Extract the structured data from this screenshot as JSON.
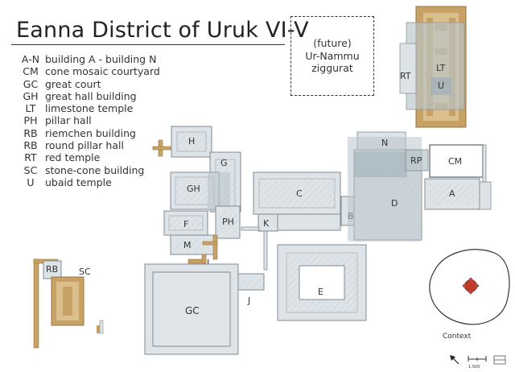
{
  "title": "Eanna District of Uruk VI-V",
  "legend": [
    {
      "abbr": "A-N",
      "desc": "building A - building N"
    },
    {
      "abbr": "CM",
      "desc": "cone mosaic courtyard"
    },
    {
      "abbr": "GC",
      "desc": "great court"
    },
    {
      "abbr": "GH",
      "desc": "great hall building"
    },
    {
      "abbr": "LT",
      "desc": "limestone temple"
    },
    {
      "abbr": "PH",
      "desc": "pillar hall"
    },
    {
      "abbr": "RB",
      "desc": "riemchen building"
    },
    {
      "abbr": "RB",
      "desc": "round pillar hall"
    },
    {
      "abbr": "RT",
      "desc": "red temple"
    },
    {
      "abbr": "SC",
      "desc": "stone-cone building"
    },
    {
      "abbr": "U",
      "desc": "ubaid temple"
    }
  ],
  "future": {
    "line1": "(future)",
    "line2": "Ur-Nammu",
    "line3": "ziggurat"
  },
  "labels": {
    "H": "H",
    "G": "G",
    "GH": "GH",
    "F": "F",
    "PH": "PH",
    "M": "M",
    "L": "L",
    "K": "K",
    "C": "C",
    "J": "J",
    "B": "B",
    "D": "D",
    "N": "N",
    "RP": "RP",
    "CM": "CM",
    "A": "A",
    "E": "E",
    "GC": "GC",
    "RB": "RB",
    "SC": "SC",
    "RT": "RT",
    "LT": "LT",
    "U": "U"
  },
  "inset": {
    "label": "Context"
  },
  "scale": {
    "label": "1:500"
  },
  "colors": {
    "building_fill": "#dde3e7",
    "building_stroke": "#7f8b94",
    "overlay_fill": "#b9c4cb",
    "ocher": "#c8a264",
    "ocher_dark": "#9a7440",
    "inset_red": "#c0392b"
  },
  "icons": {
    "north_arrow": "north-arrow-icon",
    "scale_bar": "scale-bar-icon"
  }
}
